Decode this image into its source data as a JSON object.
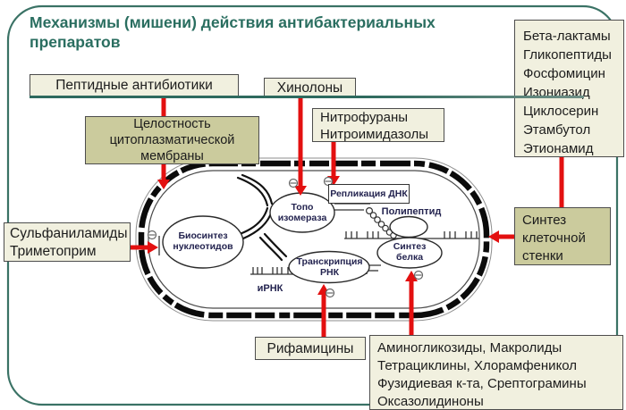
{
  "title": "Механизмы (мишени) действия антибактериальных препаратов",
  "colors": {
    "title_teal": "#2a6e60",
    "border_teal": "#3a7265",
    "arrow_red": "#e31010",
    "box_light": "#f1f0df",
    "box_dark": "#cbcb9d",
    "cell_label_navy": "#23234f"
  },
  "drug_boxes": {
    "peptide": "Пептидные антибиотики",
    "quinolones": "Хинолоны",
    "nitrofurans": "Нитрофураны\nНитроимидазолы",
    "beta_lactams": "Бета-лактамы\nГликопептиды\nФосфомицин\nИзониазид\nЦиклосерин\nЭтамбутол\nЭтионамид",
    "sulfonamides": "Сульфаниламиды\nТриметоприм",
    "rifamycins": "Рифамицины",
    "aminoglycosides": "Аминогликозиды,  Макролиды\nТетрациклины,  Хлорамфеникол\nФузидиевая к-та,  Срептограмины\nОксазолидиноны"
  },
  "target_boxes": {
    "membrane": "Целостность\nцитоплазматической\nмембраны",
    "cell_wall": "Синтез\nклеточной\nстенки"
  },
  "cell_labels": {
    "nucleotide": "Биосинтез\nнуклеотидов",
    "topoisomerase": "Топо\nизомераза",
    "replication": "Репликация ДНК",
    "polypeptide": "Полипептид",
    "protein": "Синтез\nбелка",
    "transcription": "Транскрипция\nРНК",
    "mrna": "иРНК"
  }
}
